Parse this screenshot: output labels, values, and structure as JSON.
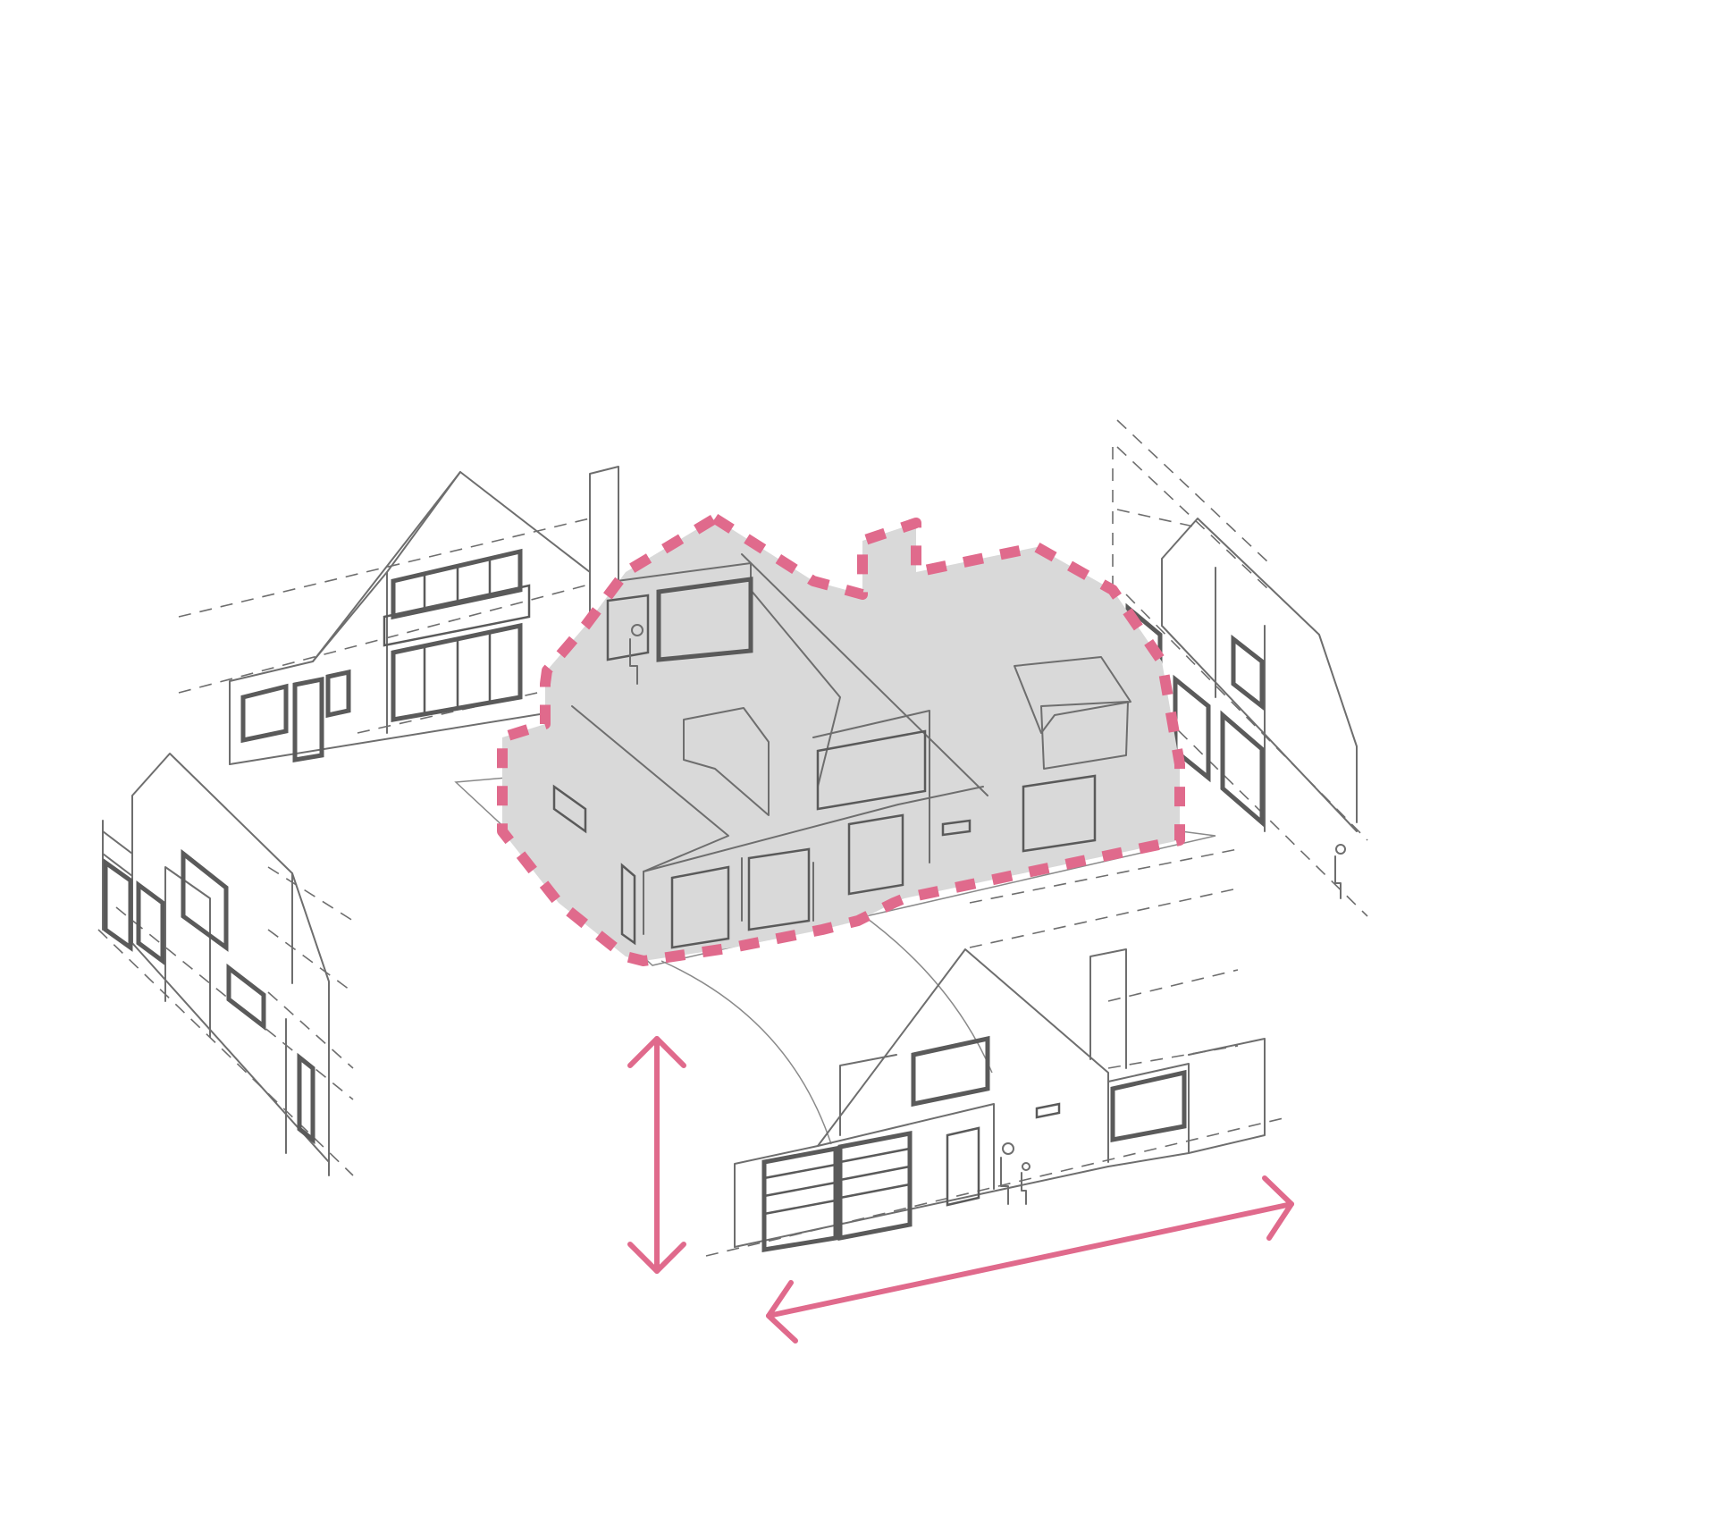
{
  "diagram": {
    "colors": {
      "background": "#ffffff",
      "line": "#6e6e6e",
      "site_fill": "#d9d9d9",
      "boundary": "#e06a8c",
      "arrow": "#e06a8c"
    },
    "elements": {
      "central_site": "site-building",
      "neighbours": [
        "neighbour-north-west",
        "neighbour-west",
        "neighbour-east",
        "neighbour-south"
      ],
      "arrows": [
        "vertical-double-arrow",
        "horizontal-double-arrow"
      ]
    }
  }
}
